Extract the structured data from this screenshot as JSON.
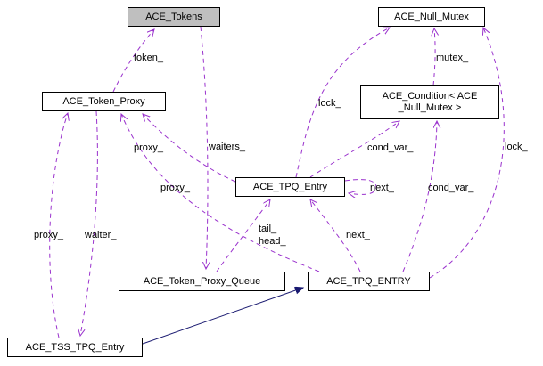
{
  "diagram": {
    "type": "collaboration-graph",
    "nodes": {
      "tokens": {
        "label": "ACE_Tokens",
        "highlighted": true
      },
      "null_mutex": {
        "label": "ACE_Null_Mutex"
      },
      "token_proxy": {
        "label": "ACE_Token_Proxy"
      },
      "condition": {
        "label": "ACE_Condition< ACE\n_Null_Mutex >"
      },
      "tpq_entry": {
        "label": "ACE_TPQ_Entry"
      },
      "token_proxy_queue": {
        "label": "ACE_Token_Proxy_Queue"
      },
      "tpq_entry_typedef": {
        "label": "ACE_TPQ_ENTRY"
      },
      "tss_tpq_entry": {
        "label": "ACE_TSS_TPQ_Entry"
      }
    },
    "edge_labels": {
      "token": "token_",
      "waiters": "waiters_",
      "mutex": "mutex_",
      "lock_left": "lock_",
      "lock_right": "lock_",
      "proxy_upper": "proxy_",
      "proxy_mid": "proxy_",
      "proxy_left": "proxy_",
      "waiter": "waiter_",
      "cond_var_left": "cond_var_",
      "cond_var_right": "cond_var_",
      "next_loop": "next_",
      "next_entry": "next_",
      "tail_head": "tail_\nhead_"
    },
    "colors": {
      "usage_edge": "#9a32cd",
      "inheritance_edge": "#191970",
      "node_border": "#000000",
      "highlight_fill": "#bfbfbf",
      "background": "#ffffff"
    }
  }
}
